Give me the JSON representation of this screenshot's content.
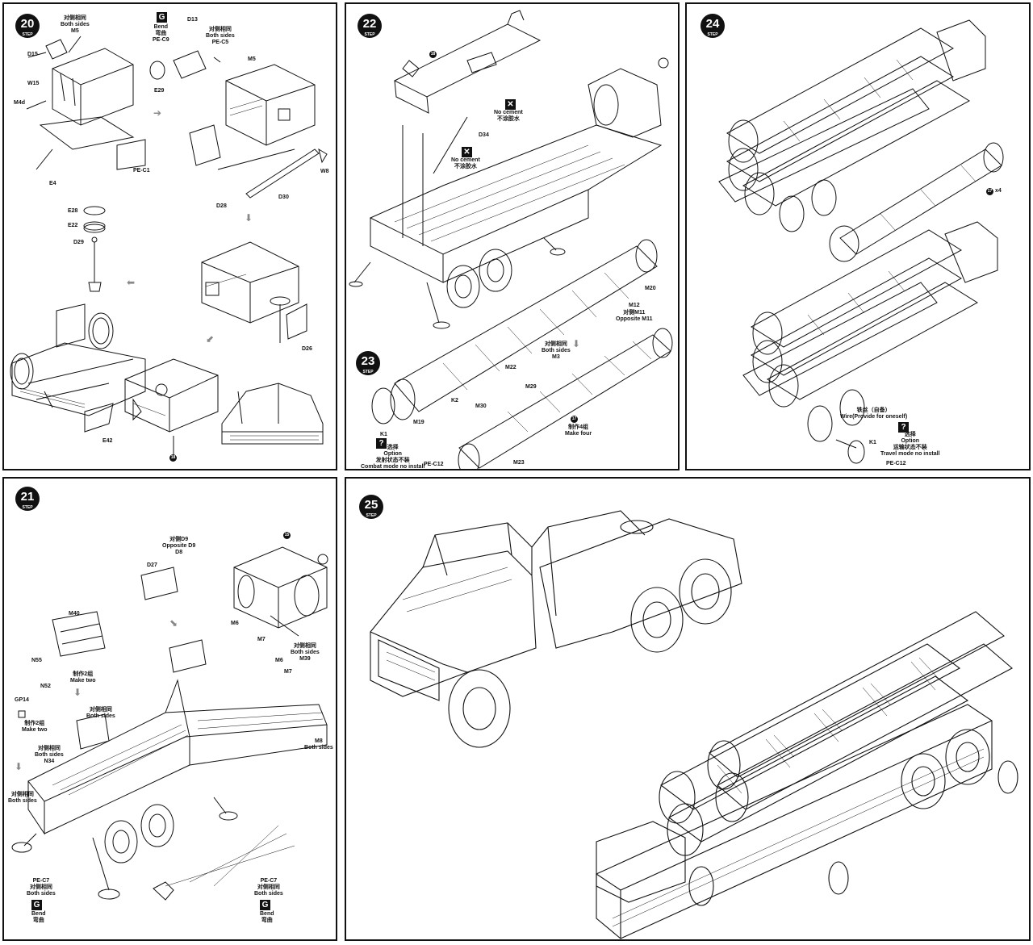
{
  "steps": [
    {
      "number": "20",
      "step_word": "STEP",
      "labels": {
        "both_sides_cn": "对侧相同",
        "both_sides": "Both sides",
        "m5": "M5",
        "d15": "D15",
        "w15": "W15",
        "m4d": "M4d",
        "e4": "E4",
        "pe_c1": "PE-C1",
        "bend": "Bend",
        "bend_cn": "弯曲",
        "pe_c9": "PE-C9",
        "d13": "D13",
        "both_sides_cn_2": "对侧相同",
        "both_sides_2": "Both sides",
        "pe_c5": "PE-C5",
        "e29": "E29",
        "m5_2": "M5",
        "w8": "W8",
        "d28": "D28",
        "d30": "D30",
        "e28": "E28",
        "e22": "E22",
        "d29": "D29",
        "d26": "D26",
        "e42": "E42",
        "ref": "18"
      }
    },
    {
      "number": "22",
      "step_word": "STEP",
      "labels": {
        "ref": "18",
        "no_cement": "No cement",
        "no_cement_cn": "不涂胶水",
        "d34": "D34",
        "no_cement_2": "No cement",
        "no_cement_cn_2": "不涂胶水"
      }
    },
    {
      "number": "23",
      "step_word": "STEP",
      "labels": {
        "m20": "M20",
        "m12": "M12",
        "opposite_m11_cn": "对侧M11",
        "opposite_m11": "Opposite M11",
        "both_sides_cn": "对侧相同",
        "both_sides": "Both sides",
        "m3": "M3",
        "m22": "M22",
        "m29": "M29",
        "m30": "M30",
        "k2": "K2",
        "m19": "M19",
        "k1": "K1",
        "option_cn": "选择",
        "option": "Option",
        "combat_cn": "发射状态不装",
        "combat": "Combat mode no install",
        "make_four_cn": "制作4组",
        "make_four": "Make four",
        "ref": "17",
        "pe_c12": "PE-C12",
        "m23": "M23"
      }
    },
    {
      "number": "24",
      "step_word": "STEP",
      "labels": {
        "times4": "x4",
        "ref": "17",
        "wire_cn": "铁丝（自备）",
        "wire": "Wire(Provide for oneself)",
        "option_cn": "选择",
        "option": "Option",
        "travel_cn": "运输状态不装",
        "travel": "Travel mode no install",
        "k1": "K1",
        "pe_c12": "PE-C12"
      }
    },
    {
      "number": "21",
      "step_word": "STEP",
      "labels": {
        "opposite_d9_cn": "对侧D9",
        "opposite_d9": "Opposite D9",
        "d8": "D8",
        "d27": "D27",
        "ref": "15",
        "m40": "M40",
        "n55": "N55",
        "make_two_cn": "制作2组",
        "make_two": "Make two",
        "m6": "M6",
        "m7": "M7",
        "both_sides_cn": "对侧相同",
        "both_sides": "Both sides",
        "m39": "M39",
        "m6_2": "M6",
        "m7_2": "M7",
        "n52": "N52",
        "gp14": "GP14",
        "make_two_cn_2": "制作2组",
        "make_two_2": "Make two",
        "both_sides_cn_2": "对侧相同",
        "both_sides_2": "Both sides",
        "both_sides_cn_3": "对侧相同",
        "both_sides_3": "Both sides",
        "n34": "N34",
        "both_sides_cn_4": "对侧相同",
        "both_sides_4": "Both sides",
        "m8": "M8",
        "both_sides_5": "Both sides",
        "pe_c7": "PE-C7",
        "both_sides_cn_6": "对侧相同",
        "both_sides_6": "Both sides",
        "bend": "Bend",
        "bend_cn": "弯曲",
        "pe_c7_2": "PE-C7",
        "both_sides_cn_7": "对侧相同",
        "both_sides_7": "Both sides",
        "bend_2": "Bend",
        "bend_cn_2": "弯曲"
      }
    },
    {
      "number": "25",
      "step_word": "STEP",
      "labels": {}
    }
  ],
  "symbols": {
    "bend_letter": "G",
    "no_cement_mark": "✕",
    "option_mark": "?"
  },
  "colors": {
    "ink": "#111111",
    "paper": "#ffffff",
    "arrow_grey": "#8a8a8a"
  }
}
